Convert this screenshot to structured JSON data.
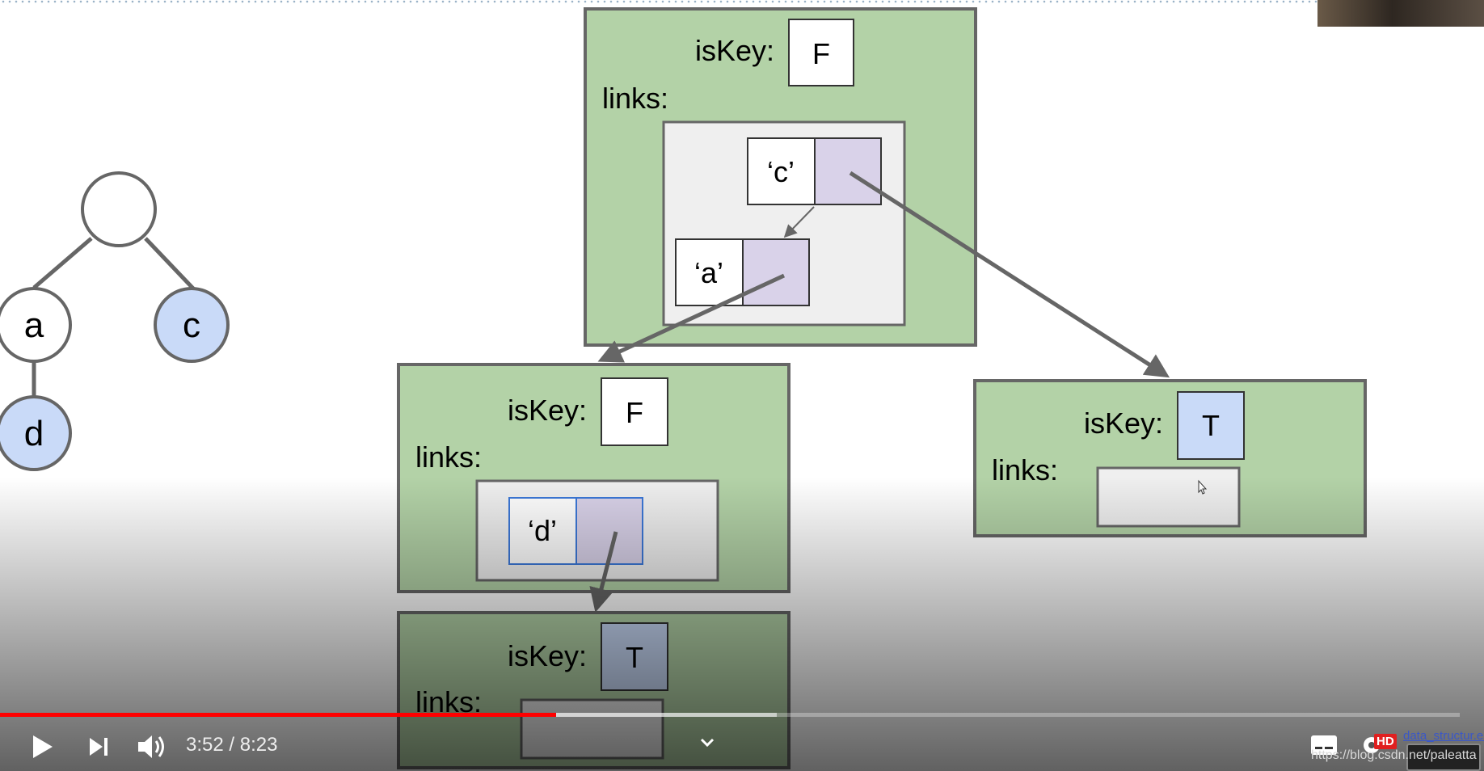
{
  "video": {
    "current_time": "3:52",
    "duration": "8:23",
    "time_separator": " / ",
    "played_fraction": 0.381,
    "buffered_fraction": 0.532
  },
  "tree": {
    "root": "",
    "left_child": "a",
    "right_child": "c",
    "grandchild": "d"
  },
  "nodes": {
    "root": {
      "iskey_label": "isKey:",
      "iskey_value": "F",
      "links_label": "links:",
      "keys": [
        "‘c’",
        "‘a’"
      ]
    },
    "node_a": {
      "iskey_label": "isKey:",
      "iskey_value": "F",
      "links_label": "links:",
      "keys": [
        "‘d’"
      ]
    },
    "node_c": {
      "iskey_label": "isKey:",
      "iskey_value": "T",
      "links_label": "links:"
    },
    "node_d": {
      "iskey_label": "isKey:",
      "iskey_value": "T",
      "links_label": "links:"
    }
  },
  "watermark": {
    "hd": "HD",
    "link": "data_structur.es",
    "url": "https://blog.csdn.net/paleatta"
  },
  "colors": {
    "green": "#b3d2a7",
    "key_blue": "#c9daf8",
    "pointer_lavender": "#d9d2e9",
    "links_gray": "#efefef",
    "played_red": "#ff0000"
  }
}
